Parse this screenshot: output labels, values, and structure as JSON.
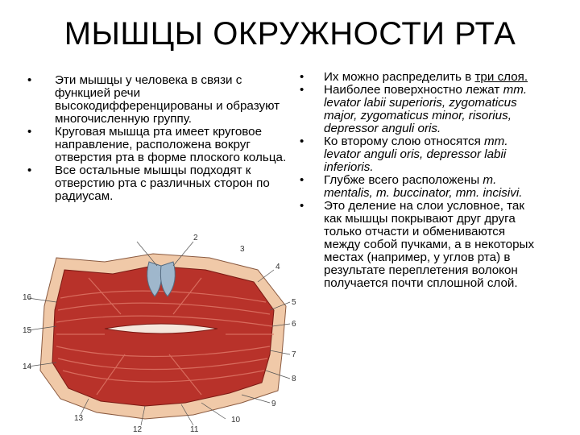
{
  "slide": {
    "title": "МЫШЦЫ ОКРУЖНОСТИ РТА"
  },
  "left_bullets": [
    "Эти мышцы у человека в связи с функцией речи высокодифференцированы и образуют многочисленную группу.",
    "Круговая мышца рта имеет круговое направление, расположена вокруг отверстия рта в форме плоского кольца.",
    "Все остальные мышцы подходят к отверстию рта с различных сторон по радиусам."
  ],
  "right_bullets": {
    "b1_pre": "Их можно распределить в ",
    "b1_u": "три слоя.",
    "b2_pre": "Наиболее поверхностно лежат ",
    "b2_i": "mm. levator labii superioris, zygomaticus major, zygomaticus minor, risorius, depressor anguli oris.",
    "b3_pre": "Ко второму слою относятся ",
    "b3_i": "mm. levator anguli oris, depressor labii inferioris.",
    "b4_pre": "Глубже всего расположены ",
    "b4_i": "m. mentalis, m. buccinator, mm. incisivi.",
    "b5": "Это деление на слои условное, так как мышцы покрывают друг друга только отчасти и обмениваются между собой пучками, а в некоторых местах (например, у углов рта) в результате переплетения волокон получается почти сплошной слой."
  },
  "figure_labels": {
    "n2": "2",
    "n3": "3",
    "n4": "4",
    "n5": "5",
    "n6": "6",
    "n7": "7",
    "n8": "8",
    "n9": "9",
    "n10": "10",
    "n11": "11",
    "n12": "12",
    "n13": "13",
    "n14": "14",
    "n15": "15",
    "n16": "16"
  },
  "colors": {
    "muscle": "#b8322a",
    "muscle_light": "#e07a6a",
    "skin": "#f0c9a8",
    "nose": "#9fb7cc"
  }
}
